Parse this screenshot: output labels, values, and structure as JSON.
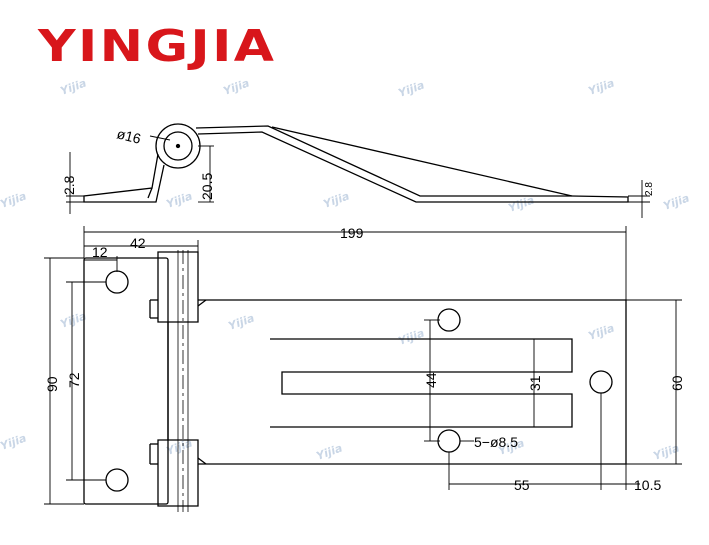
{
  "brand": {
    "logo_text": "YINGJIA",
    "logo_color": "#d8161b"
  },
  "watermark": {
    "text": "Yijia"
  },
  "colors": {
    "line": "#000000",
    "watermark": "#c9d6e6"
  },
  "dimensions": {
    "side_view": {
      "pin_diameter": "ø16",
      "height": "20.5",
      "left_thickness": "2.8",
      "right_thickness": "2.8"
    },
    "top_view": {
      "overall_length": "199",
      "leaf_offset": "42",
      "hole_offset": "12",
      "overall_height": "90",
      "hole_spacing": "72",
      "slot_hole_spacing": "44",
      "slot_height": "31",
      "strap_height": "60",
      "hole_spec": "5−ø8.5",
      "hole_to_end": "55",
      "end_offset": "10.5"
    }
  }
}
